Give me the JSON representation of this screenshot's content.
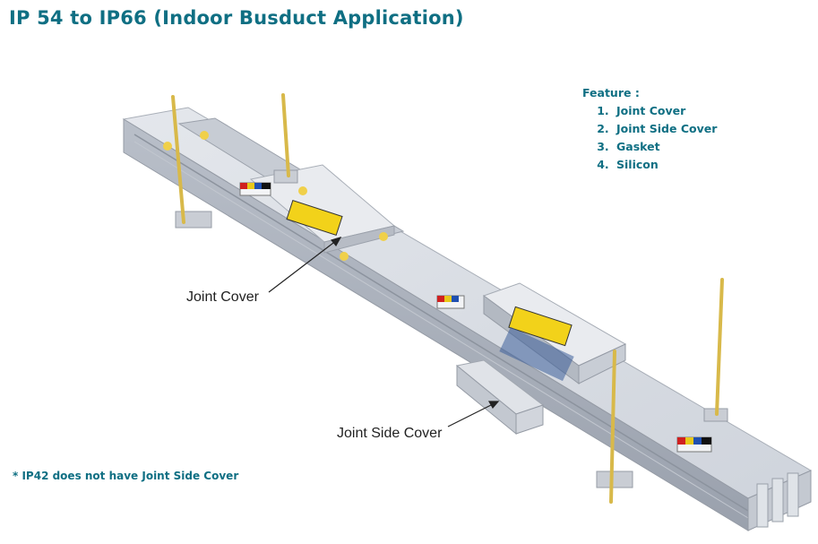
{
  "title": "IP 54 to IP66 (Indoor Busduct Application)",
  "features": {
    "heading": "Feature :",
    "items": [
      "Joint Cover",
      "Joint Side Cover",
      "Gasket",
      "Silicon"
    ]
  },
  "callouts": {
    "joint_cover": "Joint Cover",
    "joint_side_cover": "Joint Side Cover"
  },
  "footnote": "* IP42 does not have Joint Side Cover",
  "colors": {
    "heading_text": "#0f6f83",
    "busduct_body": "#d7dbe2",
    "hanger_rod": "#d8b94a",
    "warning_label": "#f2d21a"
  }
}
